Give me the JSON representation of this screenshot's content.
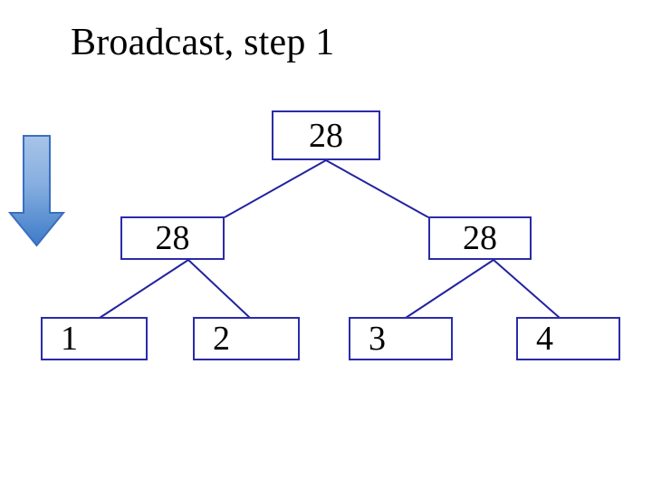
{
  "slide": {
    "title": "Broadcast, step 1",
    "background_color": "#ffffff",
    "title_color": "#000000"
  },
  "palette": {
    "node_border": "#2b2ba8",
    "node_fill": "#ffffff",
    "edge_color": "#2222a0",
    "arrow_outline": "#3a6fbf",
    "arrow_gradient_top": "#a8c4e8",
    "arrow_gradient_bottom": "#3d7bc8"
  },
  "arrow": {
    "name": "down-arrow",
    "direction": "down",
    "label": ""
  },
  "tree": {
    "root": {
      "value": "28"
    },
    "level2": [
      {
        "value": "28"
      },
      {
        "value": "28"
      }
    ],
    "leaves": [
      {
        "value": "1"
      },
      {
        "value": "2"
      },
      {
        "value": "3"
      },
      {
        "value": "4"
      }
    ]
  }
}
